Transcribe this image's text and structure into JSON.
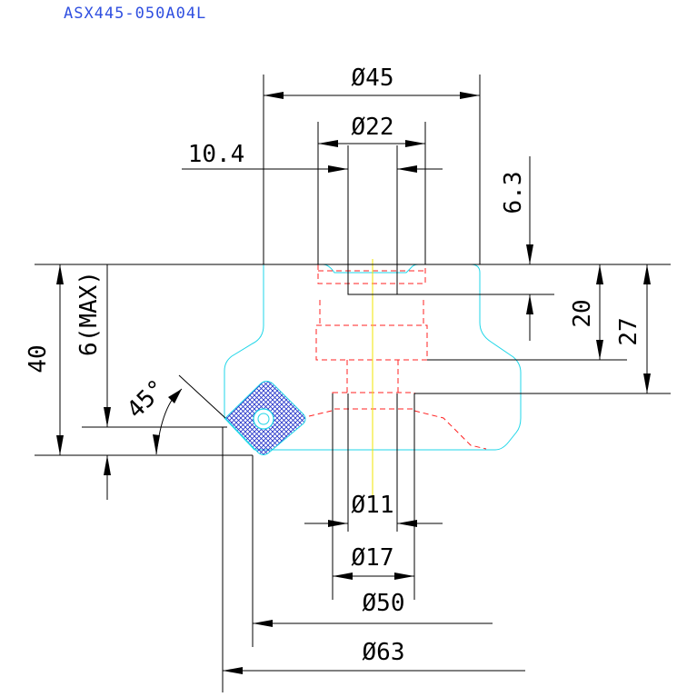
{
  "title": "ASX445-050A04L",
  "dimensions": {
    "d45": "Ø45",
    "d22": "Ø22",
    "d10_4": "10.4",
    "d6_3": "6.3",
    "d20": "20",
    "d27": "27",
    "d40": "40",
    "d6max": "6(MAX)",
    "angle45": "45°",
    "d11": "Ø11",
    "d17": "Ø17",
    "d50": "Ø50",
    "d63": "Ø63"
  },
  "colors": {
    "dimension": "#000000",
    "body_outline": "#1fd6e8",
    "hidden_lines": "#ff2020",
    "center_line": "#f2e600",
    "insert_hatch": "#2030c8",
    "title": "#3050e0"
  }
}
